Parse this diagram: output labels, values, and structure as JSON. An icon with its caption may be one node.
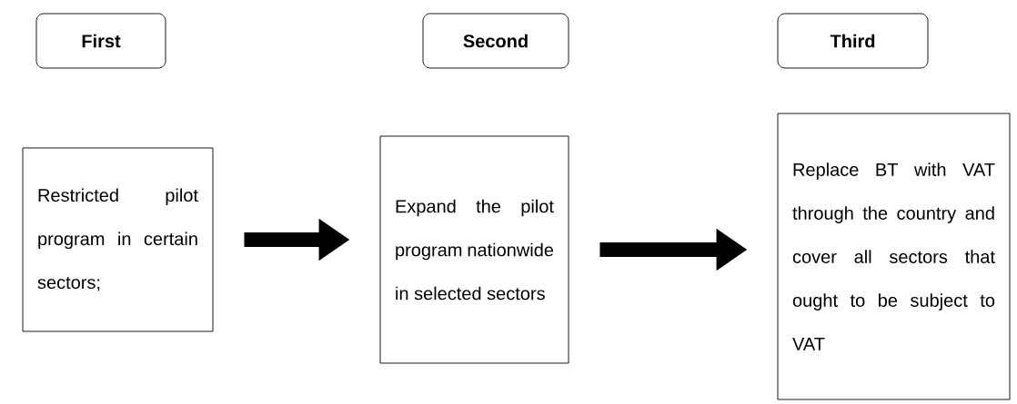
{
  "diagram": {
    "nodes": [
      {
        "text": [
          "First"
        ]
      },
      {
        "text": [
          "Second"
        ]
      },
      {
        "text": [
          "Third"
        ]
      },
      {
        "text": [
          "Restricted pilot program in certain sectors;"
        ]
      },
      {
        "text": [
          "Expand the pilot program nationwide in selected sectors"
        ]
      },
      {
        "text": [
          "Replace BT with VAT through the country and cover all sectors that ought to be subject to VAT"
        ]
      }
    ],
    "edges": [
      {
        "from": 3,
        "to": 4,
        "arrow": "to"
      },
      {
        "from": 4,
        "to": 5,
        "arrow": "to"
      }
    ]
  }
}
